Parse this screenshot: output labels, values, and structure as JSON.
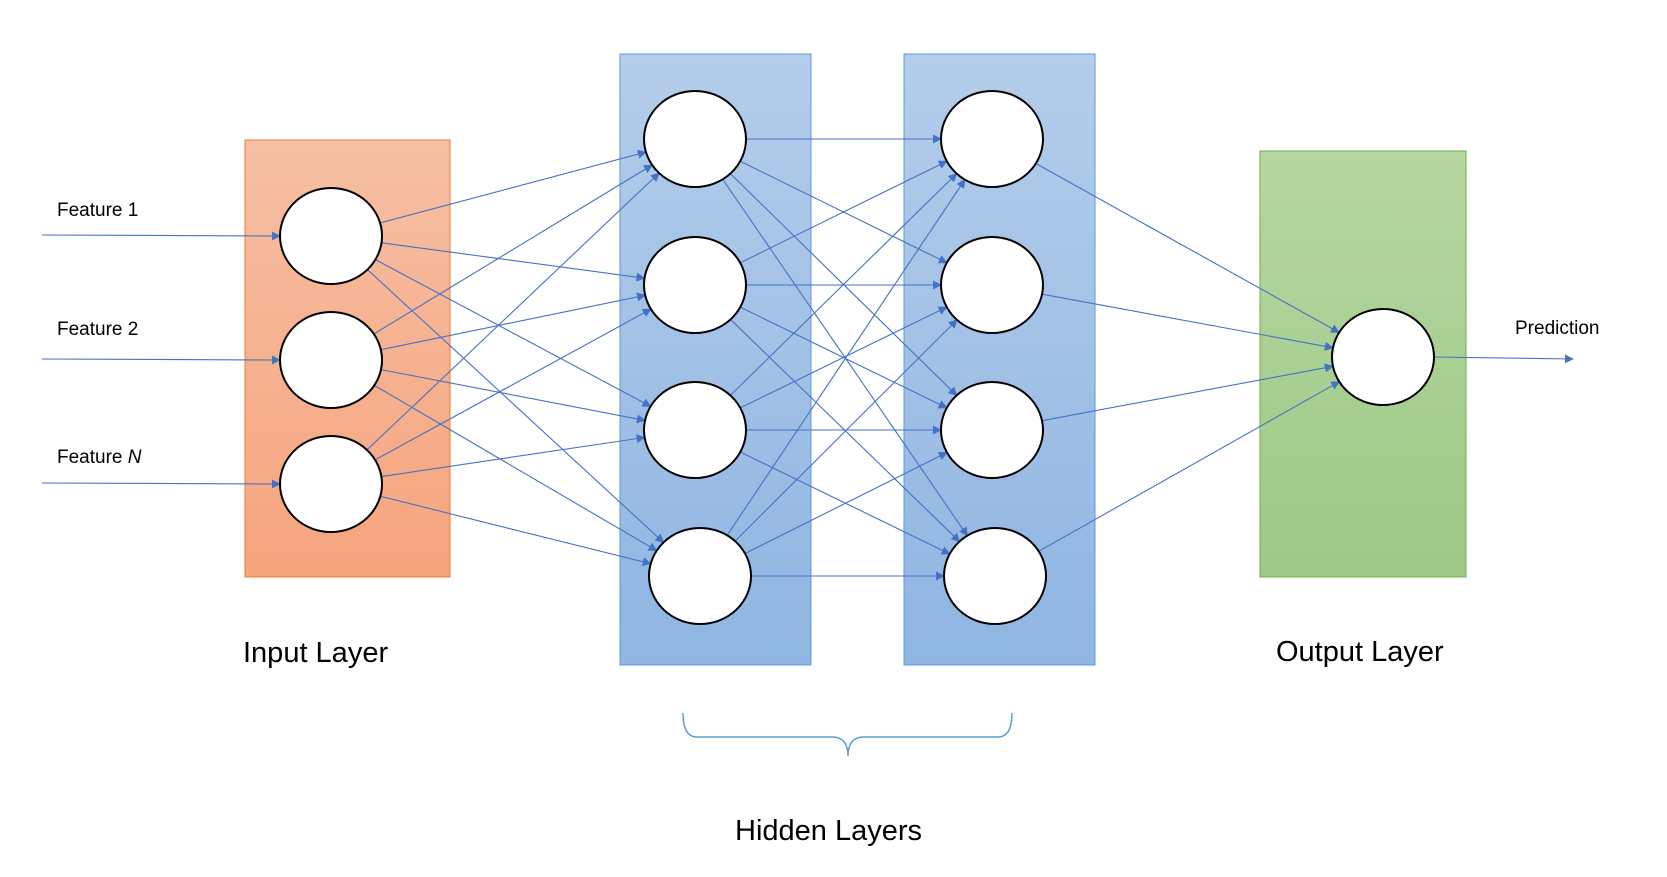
{
  "inputs": [
    {
      "label": "Feature 1"
    },
    {
      "label": "Feature 2"
    },
    {
      "label": "Feature ",
      "italic_suffix": "N"
    }
  ],
  "output_label": "Prediction",
  "layers": {
    "input": {
      "title": "Input Layer",
      "node_count": 3
    },
    "hidden": [
      {
        "node_count": 4
      },
      {
        "node_count": 4
      }
    ],
    "hidden_title": "Hidden Layers",
    "output": {
      "title": "Output Layer",
      "node_count": 1
    }
  },
  "colors": {
    "input_layer_top": "#F6BFA3",
    "input_layer_bottom": "#F6A47D",
    "input_layer_border": "#ED7D31",
    "hidden_layer_top": "#B4CDEA",
    "hidden_layer_bottom": "#8FB5E2",
    "hidden_layer_border": "#5B9BD5",
    "output_layer_top": "#B6D6A2",
    "output_layer_bottom": "#9DC985",
    "output_layer_border": "#70AD47",
    "connection": "#4472C4"
  }
}
